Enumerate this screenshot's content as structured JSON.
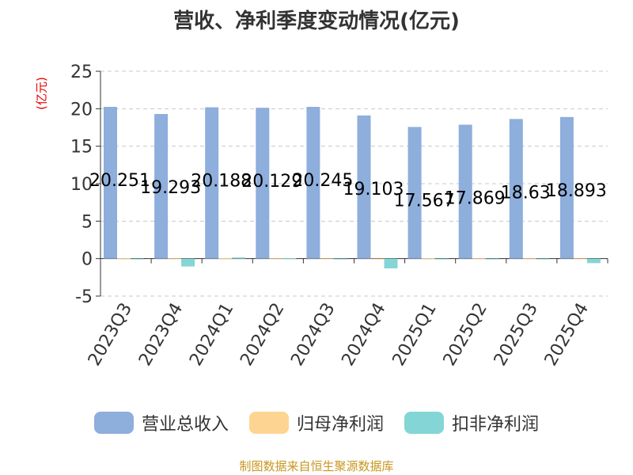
{
  "chart_data": {
    "type": "bar",
    "title": "营收、净利季度变动情况(亿元)",
    "ylabel": "(亿元)",
    "xlabel": "",
    "categories": [
      "2023Q3",
      "2023Q4",
      "2024Q1",
      "2024Q2",
      "2024Q3",
      "2024Q4",
      "2025Q1",
      "2025Q2",
      "2025Q3",
      "2025Q4"
    ],
    "ylim": [
      -5,
      25
    ],
    "yticks": [
      25,
      20,
      15,
      10,
      5,
      0,
      -5
    ],
    "grid": true,
    "legend_position": "bottom",
    "series": [
      {
        "name": "营业总收入",
        "color": "#8eaedc",
        "values": [
          20.251,
          19.293,
          20.188,
          20.129,
          20.245,
          19.103,
          17.567,
          17.869,
          18.63,
          18.893
        ],
        "labels": [
          "20.251",
          "19.293",
          "20.188",
          "20.129",
          "20.245",
          "19.103",
          "17.567",
          "17.869",
          "18.63",
          "18.893"
        ]
      },
      {
        "name": "归母净利润",
        "color": "#fdd491",
        "values": [
          0.05,
          0.03,
          0.08,
          0.03,
          0.02,
          -0.08,
          0.05,
          0.04,
          0.03,
          0.02
        ]
      },
      {
        "name": "扣非净利润",
        "color": "#83d6d5",
        "values": [
          -0.1,
          -1.05,
          0.15,
          0.05,
          -0.05,
          -1.3,
          -0.08,
          -0.05,
          -0.05,
          -0.6
        ]
      }
    ]
  },
  "footer": {
    "source": "制图数据来自恒生聚源数据库"
  }
}
